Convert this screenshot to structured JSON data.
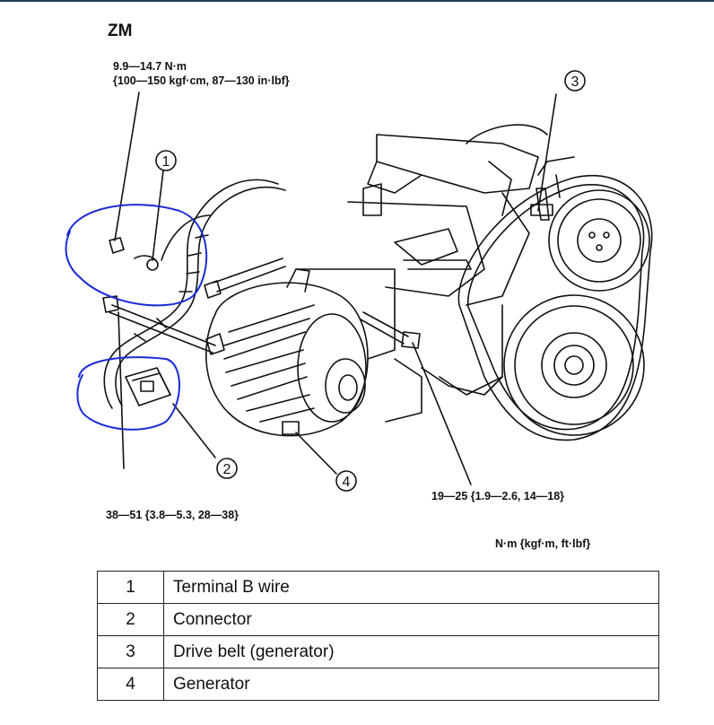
{
  "model": "ZM",
  "torque_specs": {
    "terminal_nut": {
      "nm": "9.9—14.7 N·m",
      "alt": "{100—150 kgf·cm, 87—130 in·lbf}"
    },
    "lower_bolt": "38—51 {3.8—5.3, 28—38}",
    "upper_bolt": "19—25 {1.9—2.6, 14—18}"
  },
  "units_note": "N·m {kgf·m, ft·lbf}",
  "callouts": [
    "1",
    "2",
    "3",
    "4"
  ],
  "legend": [
    {
      "num": "1",
      "desc": "Terminal B wire"
    },
    {
      "num": "2",
      "desc": "Connector"
    },
    {
      "num": "3",
      "desc": "Drive belt (generator)"
    },
    {
      "num": "4",
      "desc": "Generator"
    }
  ],
  "colors": {
    "annotation_circle": "#1a2bd6",
    "line_art": "#111111"
  }
}
